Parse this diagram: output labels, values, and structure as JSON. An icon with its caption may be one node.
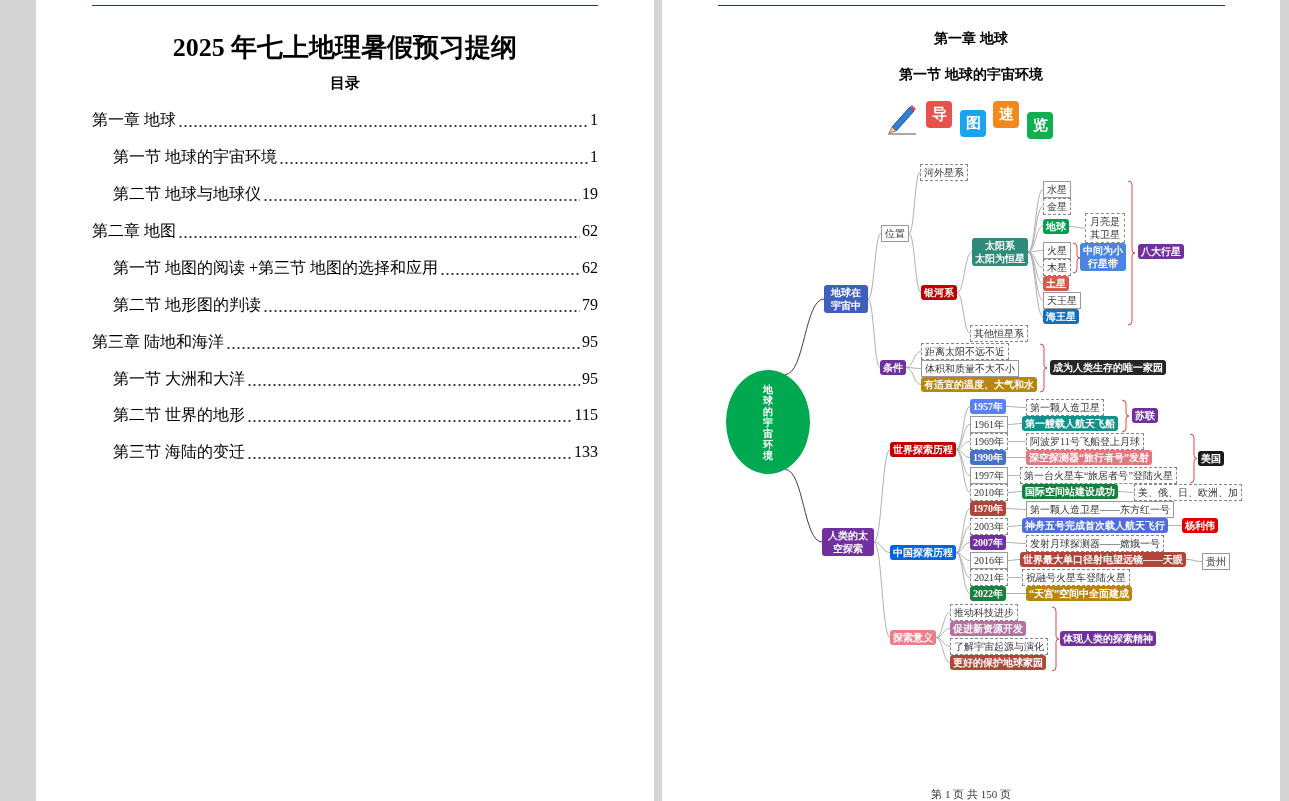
{
  "diagram": {
    "title": "2025 年七上地理暑假预习提纲",
    "nodes": [
      {
        "text": [
          "地球的宇宙环境"
        ]
      },
      {
        "text": [
          "地球在宇宙中"
        ]
      },
      {
        "text": [
          "位置"
        ]
      },
      {
        "text": [
          "河外星系"
        ]
      },
      {
        "text": [
          "银河系"
        ]
      },
      {
        "text": [
          "太阳系",
          "太阳为恒星"
        ]
      },
      {
        "text": [
          "水星"
        ]
      },
      {
        "text": [
          "金星"
        ]
      },
      {
        "text": [
          "地球"
        ]
      },
      {
        "text": [
          "月亮是其卫星"
        ]
      },
      {
        "text": [
          "火星"
        ]
      },
      {
        "text": [
          "木星"
        ]
      },
      {
        "text": [
          "中间为小行星带"
        ]
      },
      {
        "text": [
          "土星"
        ]
      },
      {
        "text": [
          "天王星"
        ]
      },
      {
        "text": [
          "海王星"
        ]
      },
      {
        "text": [
          "八大行星"
        ]
      },
      {
        "text": [
          "其他恒星系"
        ]
      },
      {
        "text": [
          "条件"
        ]
      },
      {
        "text": [
          "距离太阳不远不近"
        ]
      },
      {
        "text": [
          "体积和质量不大不小"
        ]
      },
      {
        "text": [
          "有适宜的温度、大气和水"
        ]
      },
      {
        "text": [
          "成为人类生存的唯一家园"
        ]
      },
      {
        "text": [
          "人类的太空探索"
        ]
      },
      {
        "text": [
          "世界探索历程"
        ]
      },
      {
        "text": [
          "1957年"
        ]
      },
      {
        "text": [
          "第一颗人造卫星"
        ]
      },
      {
        "text": [
          "1961年"
        ]
      },
      {
        "text": [
          "第一艘载人航天飞船"
        ]
      },
      {
        "text": [
          "苏联"
        ]
      },
      {
        "text": [
          "1969年"
        ]
      },
      {
        "text": [
          "阿波罗11号飞船登上月球"
        ]
      },
      {
        "text": [
          "1990年"
        ]
      },
      {
        "text": [
          "深空探测器“旅行者号”发射"
        ]
      },
      {
        "text": [
          "1997年"
        ]
      },
      {
        "text": [
          "第一台火星车“旅居者号”登陆火星"
        ]
      },
      {
        "text": [
          "美国"
        ]
      },
      {
        "text": [
          "2010年"
        ]
      },
      {
        "text": [
          "国际空间站建设成功"
        ]
      },
      {
        "text": [
          "美、俄、日、欧洲、加"
        ]
      },
      {
        "text": [
          "中国探索历程"
        ]
      },
      {
        "text": [
          "1970年"
        ]
      },
      {
        "text": [
          "第一颗人造卫星——东方红一号"
        ]
      },
      {
        "text": [
          "2003年"
        ]
      },
      {
        "text": [
          "神舟五号完成首次载人航天飞行"
        ]
      },
      {
        "text": [
          "杨利伟"
        ]
      },
      {
        "text": [
          "2007年"
        ]
      },
      {
        "text": [
          "发射月球探测器——嫦娥一号"
        ]
      },
      {
        "text": [
          "2016年"
        ]
      },
      {
        "text": [
          "世界最大单口径射电望远镜——天眼"
        ]
      },
      {
        "text": [
          "贵州"
        ]
      },
      {
        "text": [
          "2021年"
        ]
      },
      {
        "text": [
          "祝融号火星车登陆火星"
        ]
      },
      {
        "text": [
          "2022年"
        ]
      },
      {
        "text": [
          "“天宫”空间中全面建成"
        ]
      },
      {
        "text": [
          "探索意义"
        ]
      },
      {
        "text": [
          "推动科技进步"
        ]
      },
      {
        "text": [
          "促进新资源开发"
        ]
      },
      {
        "text": [
          "了解宇宙起源与演化"
        ]
      },
      {
        "text": [
          "更好的保护地球家园"
        ]
      },
      {
        "text": [
          "体现人类的探索精神"
        ]
      }
    ],
    "edges": [
      {
        "from": 0,
        "to": 1,
        "arrow": "none",
        "color": "#404040"
      },
      {
        "from": 1,
        "to": 2,
        "arrow": "none"
      },
      {
        "from": 2,
        "to": 3,
        "arrow": "none"
      },
      {
        "from": 2,
        "to": 4,
        "arrow": "none"
      },
      {
        "from": 4,
        "to": 5,
        "arrow": "none"
      },
      {
        "from": 4,
        "to": 17,
        "arrow": "none"
      },
      {
        "from": 5,
        "to": 6,
        "arrow": "none"
      },
      {
        "from": 5,
        "to": 7,
        "arrow": "none"
      },
      {
        "from": 5,
        "to": 8,
        "arrow": "none"
      },
      {
        "from": 8,
        "to": 9,
        "arrow": "none"
      },
      {
        "from": 5,
        "to": 10,
        "arrow": "none"
      },
      {
        "from": 5,
        "to": 11,
        "arrow": "none"
      },
      {
        "from": 5,
        "to": 13,
        "arrow": "none"
      },
      {
        "from": 5,
        "to": 14,
        "arrow": "none"
      },
      {
        "from": 5,
        "to": 15,
        "arrow": "none"
      },
      {
        "from": 1,
        "to": 18,
        "arrow": "none"
      },
      {
        "from": 18,
        "to": 19,
        "arrow": "none"
      },
      {
        "from": 18,
        "to": 20,
        "arrow": "none"
      },
      {
        "from": 18,
        "to": 21,
        "arrow": "none"
      },
      {
        "from": 0,
        "to": 23,
        "arrow": "none",
        "color": "#404040"
      },
      {
        "from": 23,
        "to": 24,
        "arrow": "none"
      },
      {
        "from": 24,
        "to": 25,
        "arrow": "none"
      },
      {
        "from": 25,
        "to": 26,
        "arrow": "none"
      },
      {
        "from": 24,
        "to": 27,
        "arrow": "none"
      },
      {
        "from": 27,
        "to": 28,
        "arrow": "none"
      },
      {
        "from": 24,
        "to": 30,
        "arrow": "none"
      },
      {
        "from": 30,
        "to": 31,
        "arrow": "none"
      },
      {
        "from": 24,
        "to": 32,
        "arrow": "none"
      },
      {
        "from": 32,
        "to": 33,
        "arrow": "none"
      },
      {
        "from": 24,
        "to": 34,
        "arrow": "none"
      },
      {
        "from": 34,
        "to": 35,
        "arrow": "none"
      },
      {
        "from": 24,
        "to": 37,
        "arrow": "none"
      },
      {
        "from": 37,
        "to": 38,
        "arrow": "none"
      },
      {
        "from": 38,
        "to": 39,
        "arrow": "none"
      },
      {
        "from": 23,
        "to": 40,
        "arrow": "none"
      },
      {
        "from": 40,
        "to": 41,
        "arrow": "none"
      },
      {
        "from": 41,
        "to": 42,
        "arrow": "none"
      },
      {
        "from": 40,
        "to": 43,
        "arrow": "none"
      },
      {
        "from": 43,
        "to": 44,
        "arrow": "none"
      },
      {
        "from": 44,
        "to": 45,
        "arrow": "none"
      },
      {
        "from": 40,
        "to": 46,
        "arrow": "none"
      },
      {
        "from": 46,
        "to": 47,
        "arrow": "none"
      },
      {
        "from": 40,
        "to": 48,
        "arrow": "none"
      },
      {
        "from": 48,
        "to": 49,
        "arrow": "none"
      },
      {
        "from": 49,
        "to": 50,
        "arrow": "none"
      },
      {
        "from": 40,
        "to": 51,
        "arrow": "none"
      },
      {
        "from": 51,
        "to": 52,
        "arrow": "none"
      },
      {
        "from": 40,
        "to": 53,
        "arrow": "none"
      },
      {
        "from": 53,
        "to": 54,
        "arrow": "none"
      },
      {
        "from": 23,
        "to": 55,
        "arrow": "none"
      },
      {
        "from": 55,
        "to": 56,
        "arrow": "none"
      },
      {
        "from": 55,
        "to": 57,
        "arrow": "none"
      },
      {
        "from": 55,
        "to": 58,
        "arrow": "none"
      },
      {
        "from": 55,
        "to": 59,
        "arrow": "none"
      }
    ],
    "labels": [
      "目录",
      "第一章 地球",
      "1",
      "第一节 地球的宇宙环境",
      "1",
      "第二节 地球与地球仪",
      "19",
      "第二章 地图",
      "62",
      "第一节 地图的阅读 +第三节 地图的选择和应用",
      "62",
      "第二节 地形图的判读",
      "79",
      "第三章 陆地和海洋",
      "95",
      "第一节 大洲和大洋",
      "95",
      "第二节 世界的地形",
      "115",
      "第三节 海陆的变迁",
      "133",
      "第一章 地球",
      "第一节 地球的宇宙环境",
      "导",
      "图",
      "速",
      "览",
      "第 1 页 共 150 页"
    ]
  }
}
